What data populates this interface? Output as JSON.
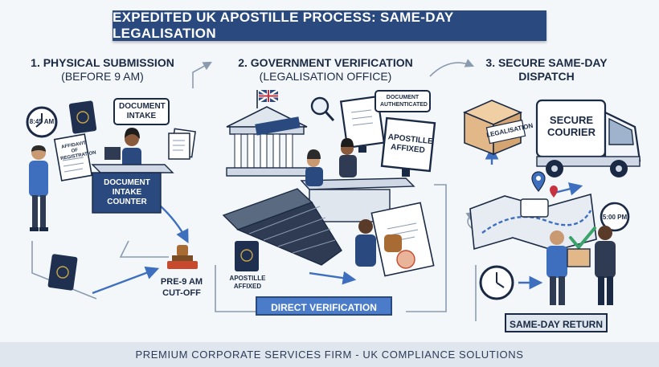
{
  "header": {
    "title": "EXPEDITED UK APOSTILLE PROCESS: SAME-DAY LEGALISATION"
  },
  "steps": [
    {
      "title": "1. PHYSICAL SUBMISSION",
      "subtitle": "(BEFORE 9 AM)"
    },
    {
      "title": "2. GOVERNMENT VERIFICATION",
      "subtitle": "(LEGALISATION OFFICE)"
    },
    {
      "title": "3. SECURE SAME-DAY",
      "subtitle": "DISPATCH"
    }
  ],
  "labels": {
    "document_intake": "DOCUMENT INTAKE",
    "clock_time_1": "8:45 AM",
    "affidavit": "AFFIDAVIT OF REGISTRATION",
    "counter": "DOCUMENT INTAKE COUNTER",
    "cutoff": "PRE-9 AM CUT-OFF",
    "doc_authenticated": "DOCUMENT AUTHENTICATED",
    "apostille_affixed": "APOSTILLE AFFIXED",
    "passport_caption": "APOSTILLE AFFIXED",
    "direct_verification": "DIRECT VERIFICATION",
    "legalisation_box": "LEGALISATION",
    "secure_courier": "SECURE COURIER",
    "clock_time_2": "5:00 PM",
    "same_day_return": "SAME-DAY RETURN"
  },
  "footer": {
    "text": "PREMIUM CORPORATE SERVICES FIRM - UK COMPLIANCE SOLUTIONS"
  },
  "colors": {
    "navy": "#2a4a7f",
    "accent_blue": "#4a7cc9",
    "box_tan": "#e2b889",
    "check_green": "#3aa36a",
    "flag_red": "#c8313e"
  }
}
